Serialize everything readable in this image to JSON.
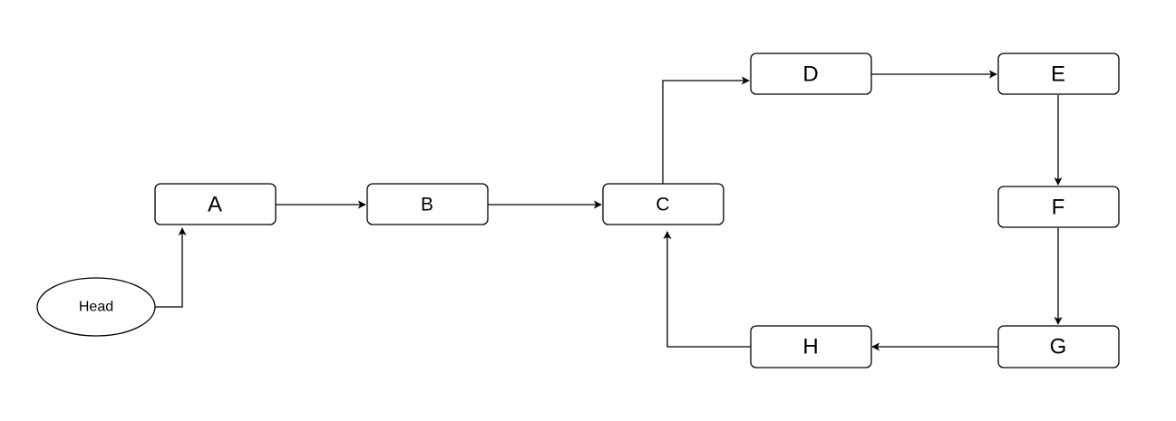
{
  "head": {
    "label": "Head"
  },
  "nodes": {
    "A": "A",
    "B": "B",
    "C": "C",
    "D": "D",
    "E": "E",
    "F": "F",
    "G": "G",
    "H": "H"
  },
  "edges": [
    {
      "from": "Head",
      "to": "A"
    },
    {
      "from": "A",
      "to": "B"
    },
    {
      "from": "B",
      "to": "C"
    },
    {
      "from": "C",
      "to": "D"
    },
    {
      "from": "D",
      "to": "E"
    },
    {
      "from": "E",
      "to": "F"
    },
    {
      "from": "F",
      "to": "G"
    },
    {
      "from": "G",
      "to": "H"
    },
    {
      "from": "H",
      "to": "C"
    }
  ],
  "colors": {
    "stroke": "#000000",
    "fill": "#ffffff",
    "background": "#ffffff"
  }
}
